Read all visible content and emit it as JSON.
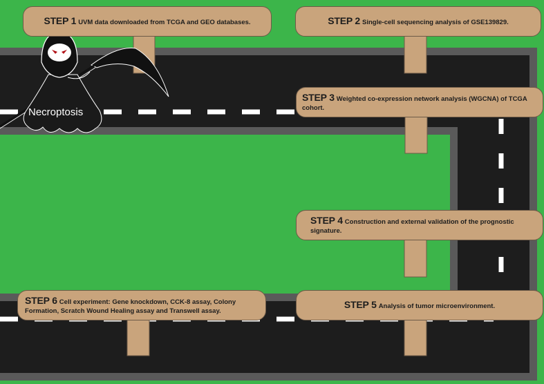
{
  "colors": {
    "grass": "#3cb54a",
    "road": "#1d1d1d",
    "road_edge": "#5a5a5a",
    "sign_fill": "#c9a47c",
    "dash": "#ffffff"
  },
  "figure_label": "Necroptosis",
  "steps": [
    {
      "number": "STEP 1",
      "text": "UVM data downloaded from TCGA and GEO databases."
    },
    {
      "number": "STEP 2",
      "text": "Single-cell sequencing analysis of GSE139829."
    },
    {
      "number": "STEP 3",
      "text": "Weighted co-expression network analysis (WGCNA) of TCGA cohort."
    },
    {
      "number": "STEP 4",
      "text": "Construction and external validation of the prognostic signature."
    },
    {
      "number": "STEP 5",
      "text": "Analysis of tumor microenvironment."
    },
    {
      "number": "STEP 6",
      "text": "Cell experiment: Gene knockdown, CCK-8 assay, Colony Formation, Scratch Wound Healing assay and Transwell assay."
    }
  ]
}
